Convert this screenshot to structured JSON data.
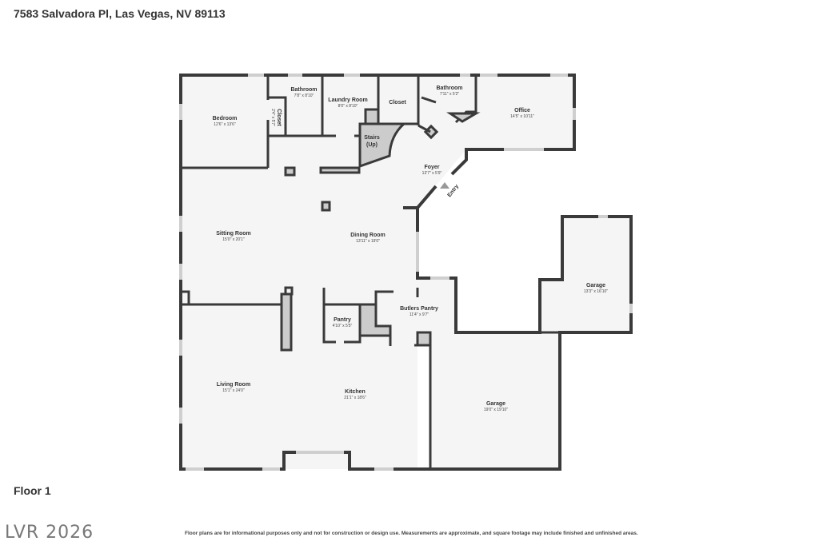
{
  "header": {
    "address": "7583 Salvadora Pl, Las Vegas, NV 89113"
  },
  "floor_label": "Floor 1",
  "logo": "LVR 2026",
  "disclaimer": "Floor plans are for informational purposes only and not for construction or design use. Measurements are approximate, and square footage may include finished and unfinished areas.",
  "rooms": [
    {
      "name": "Bedroom",
      "dims": "12'6\" x 13'6\""
    },
    {
      "name": "Bathroom",
      "dims": "7'8\" x 8'10\""
    },
    {
      "name": "Closet",
      "dims": "2'4\" x 5'7\""
    },
    {
      "name": "Laundry Room",
      "dims": "8'0\" x 8'10\""
    },
    {
      "name": "Closet",
      "dims": ""
    },
    {
      "name": "Bathroom",
      "dims": "7'11\" x 5'2\""
    },
    {
      "name": "Office",
      "dims": "14'5\" x 10'11\""
    },
    {
      "name": "Stairs",
      "dims": "(Up)"
    },
    {
      "name": "Foyer",
      "dims": "13'7\" x 5'9\""
    },
    {
      "name": "Sitting Room",
      "dims": "15'0\" x 20'1\""
    },
    {
      "name": "Dining Room",
      "dims": "13'11\" x 19'0\""
    },
    {
      "name": "Garage",
      "dims": "13'3\" x 16'10\""
    },
    {
      "name": "Pantry",
      "dims": "4'10\" x 5'5\""
    },
    {
      "name": "Butlers Pantry",
      "dims": "11'4\" x 9'7\""
    },
    {
      "name": "Living Room",
      "dims": "15'1\" x 24'0\""
    },
    {
      "name": "Kitchen",
      "dims": "21'1\" x 18'6\""
    },
    {
      "name": "Garage",
      "dims": "19'0\" x 19'10\""
    }
  ],
  "entry_label": "Entry"
}
